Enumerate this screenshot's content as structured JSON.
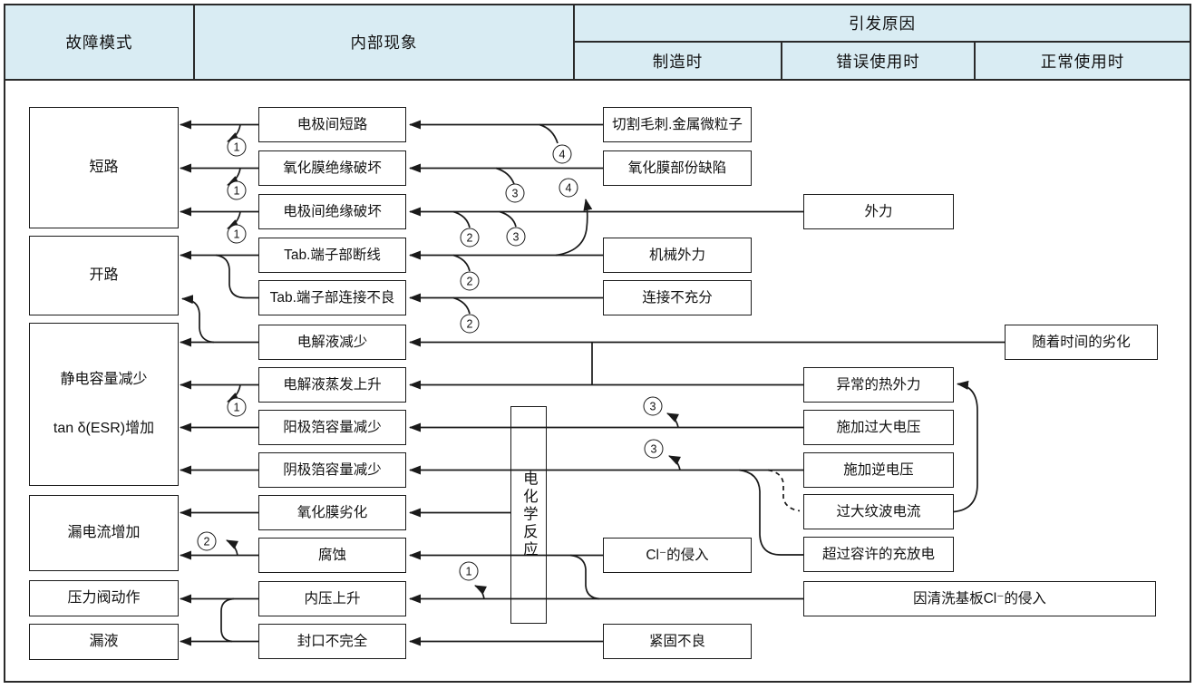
{
  "header": {
    "fault_mode": "故障模式",
    "internal_phenomenon": "内部现象",
    "trigger_cause": "引发原因",
    "manufacturing": "制造时",
    "misuse": "错误使用时",
    "normal_use": "正常使用时"
  },
  "fault_modes": [
    {
      "id": "short-circuit",
      "label": "短路"
    },
    {
      "id": "open-circuit",
      "label": "开路"
    },
    {
      "id": "capacitance-decrease",
      "label": "静电容量减少",
      "label2": "tan δ(ESR)增加"
    },
    {
      "id": "leakage-current-increase",
      "label": "漏电流增加"
    },
    {
      "id": "pressure-valve-operation",
      "label": "压力阀动作"
    },
    {
      "id": "liquid-leakage",
      "label": "漏液"
    }
  ],
  "phenomena": [
    {
      "id": "electrode-short",
      "label": "电极间短路"
    },
    {
      "id": "oxide-film-insulation-breakdown",
      "label": "氧化膜绝缘破坏"
    },
    {
      "id": "inter-electrode-insulation-breakdown",
      "label": "电极间绝缘破坏"
    },
    {
      "id": "tab-terminal-disconnection",
      "label": "Tab.端子部断线"
    },
    {
      "id": "tab-terminal-poor-connection",
      "label": "Tab.端子部连接不良"
    },
    {
      "id": "electrolyte-decrease",
      "label": "电解液减少"
    },
    {
      "id": "electrolyte-evaporation-rise",
      "label": "电解液蒸发上升"
    },
    {
      "id": "anode-foil-capacity-decrease",
      "label": "阳极箔容量减少"
    },
    {
      "id": "cathode-foil-capacity-decrease",
      "label": "阴极箔容量减少"
    },
    {
      "id": "oxide-film-degradation",
      "label": "氧化膜劣化"
    },
    {
      "id": "corrosion",
      "label": "腐蚀"
    },
    {
      "id": "internal-pressure-rise",
      "label": "内压上升"
    },
    {
      "id": "incomplete-sealing",
      "label": "封口不完全"
    },
    {
      "id": "electrochemical-reaction",
      "label": "电化学反应"
    }
  ],
  "causes": [
    {
      "id": "cutting-burr-metal-particles",
      "label": "切割毛刺.金属微粒子"
    },
    {
      "id": "oxide-film-partial-defect",
      "label": "氧化膜部份缺陷"
    },
    {
      "id": "mechanical-external-force",
      "label": "机械外力"
    },
    {
      "id": "insufficient-connection",
      "label": "连接不充分"
    },
    {
      "id": "cl-intrusion",
      "label": "Cl⁻的侵入"
    },
    {
      "id": "poor-fastening",
      "label": "紧固不良"
    },
    {
      "id": "external-force",
      "label": "外力"
    },
    {
      "id": "abnormal-thermal-stress",
      "label": "异常的热外力"
    },
    {
      "id": "excessive-voltage",
      "label": "施加过大电压"
    },
    {
      "id": "reverse-voltage",
      "label": "施加逆电压"
    },
    {
      "id": "excessive-ripple-current",
      "label": "过大纹波电流"
    },
    {
      "id": "charge-discharge-over-allowance",
      "label": "超过容许的充放电"
    },
    {
      "id": "deterioration-over-time",
      "label": "随着时间的劣化"
    },
    {
      "id": "cl-intrusion-from-board-cleaning",
      "label": "因清洗基板Cl⁻的侵入"
    }
  ],
  "annotations": [
    {
      "id": "a1",
      "symbol": "1"
    },
    {
      "id": "a2",
      "symbol": "1"
    },
    {
      "id": "a3",
      "symbol": "1"
    },
    {
      "id": "a4",
      "symbol": "1"
    },
    {
      "id": "a5",
      "symbol": "2"
    },
    {
      "id": "a6",
      "symbol": "1"
    },
    {
      "id": "a7",
      "symbol": "2"
    },
    {
      "id": "a8",
      "symbol": "3"
    },
    {
      "id": "a9",
      "symbol": "2"
    },
    {
      "id": "a10",
      "symbol": "2"
    },
    {
      "id": "a11",
      "symbol": "3"
    },
    {
      "id": "a12",
      "symbol": "4"
    },
    {
      "id": "a13",
      "symbol": "4"
    },
    {
      "id": "a14",
      "symbol": "3"
    },
    {
      "id": "a15",
      "symbol": "3"
    }
  ],
  "colors": {
    "header_fill": "#d9ecf3",
    "line": "#1a1a1a",
    "background": "#ffffff"
  }
}
